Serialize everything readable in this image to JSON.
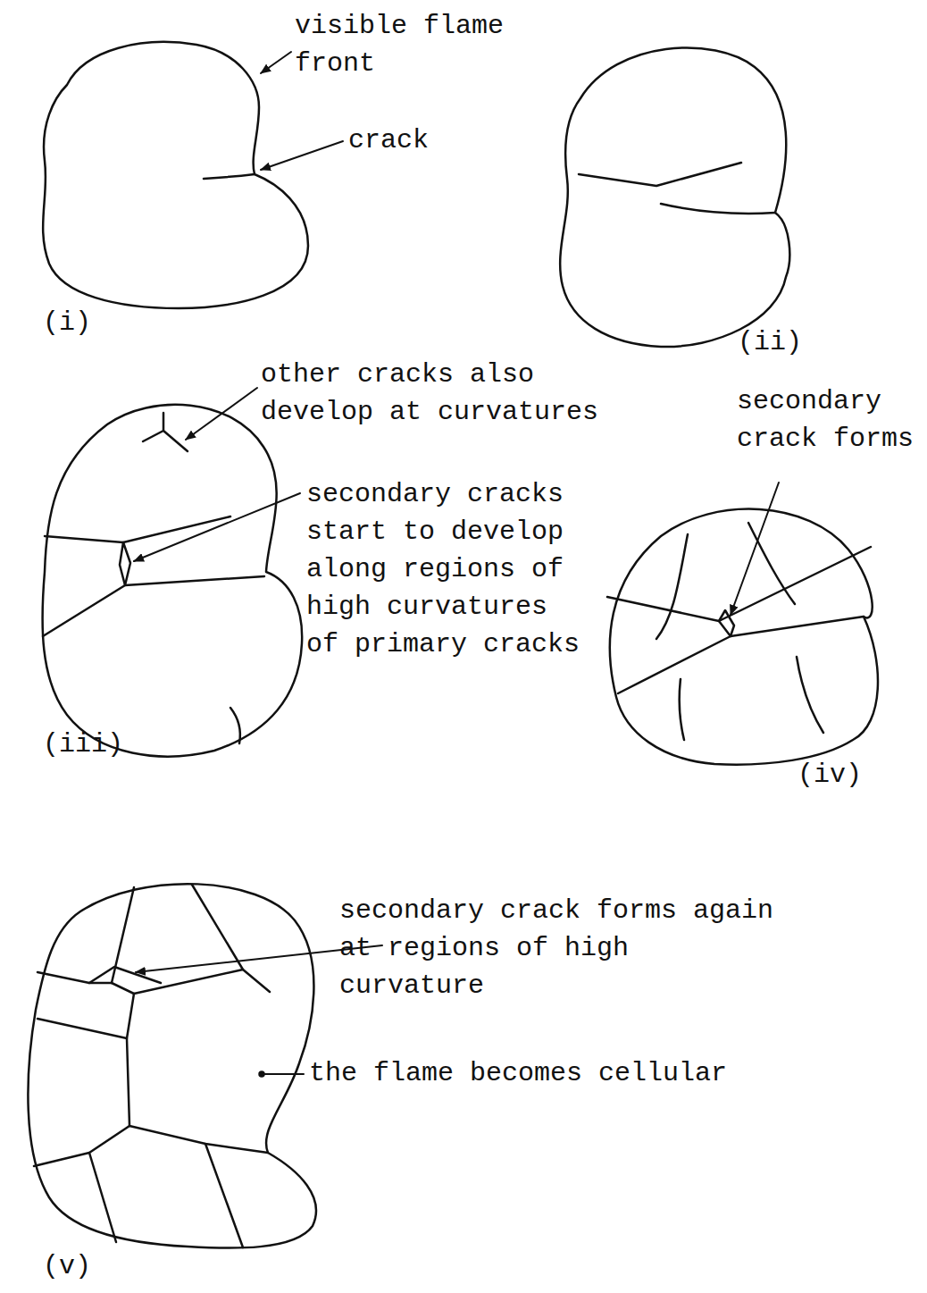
{
  "diagram": {
    "labels": [
      "visible flame front",
      "crack",
      "(i)",
      "(ii)",
      "other cracks also develop at curvatures",
      "secondary cracks start to develop along regions of high curvatures of primary cracks",
      "(iii)",
      "secondary crack forms",
      "(iv)",
      "secondary crack forms again at regions of high curvature",
      "the flame becomes cellular",
      "(v)"
    ]
  }
}
